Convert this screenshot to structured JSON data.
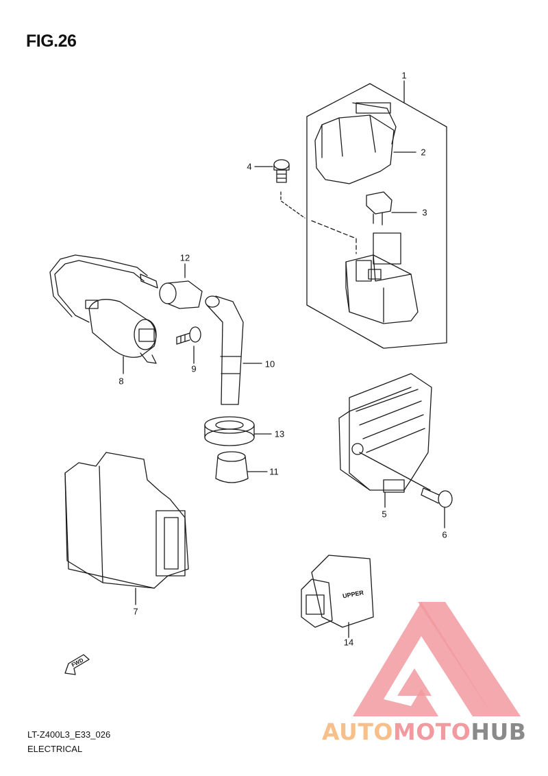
{
  "figure": {
    "title": "FIG.26"
  },
  "footer": {
    "code": "LT-Z400L3_E33_026",
    "section": "ELECTRICAL"
  },
  "callouts": {
    "p1": "1",
    "p2": "2",
    "p3": "3",
    "p4": "4",
    "p5": "5",
    "p6": "6",
    "p7": "7",
    "p8": "8",
    "p9": "9",
    "p10": "10",
    "p11": "11",
    "p12": "12",
    "p13": "13",
    "p14": "14"
  },
  "labels": {
    "fwd": "FWD",
    "upper": "UPPER"
  },
  "watermark": {
    "part1": "AUTO",
    "part2": "MOTO",
    "part3": "HUB"
  },
  "colors": {
    "line": "#1a1a1a",
    "watermark_red": "#f19aa0",
    "watermark_orange": "#f7c08a",
    "watermark_gray": "#8a8a8a"
  }
}
